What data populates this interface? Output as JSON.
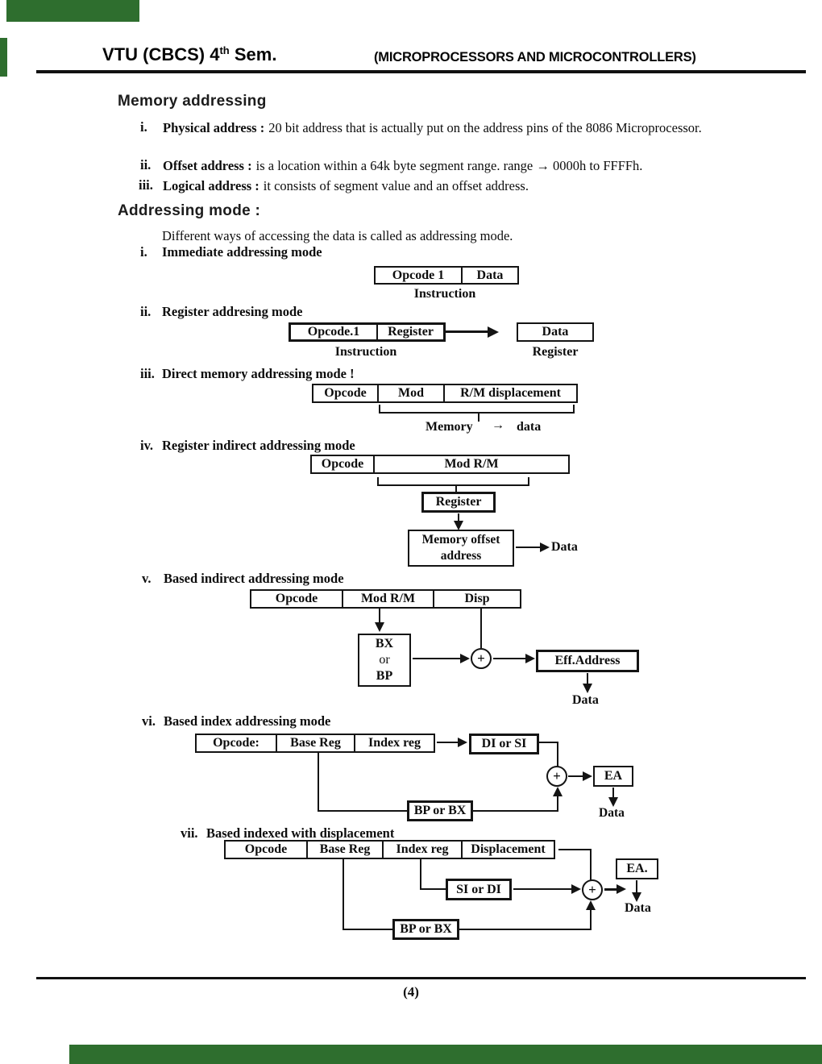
{
  "artifacts": {
    "color": "#2e6e2e"
  },
  "header": {
    "course_prefix": "VTU (CBCS) 4",
    "superscript": "th",
    "course_suffix": " Sem.",
    "subject": "(MICROPROCESSORS AND MICROCONTROLLERS)"
  },
  "memory": {
    "title": "Memory addressing",
    "items": [
      {
        "num": "i.",
        "lead": "Physical address :",
        "text": "20 bit address that is actually put on the address pins of the 8086 Microprocessor."
      },
      {
        "num": "ii.",
        "lead": "Offset address :",
        "text": "is a location within a 64k byte segment range. range → 0000h to FFFFh."
      },
      {
        "num": "iii.",
        "lead": "Logical address :",
        "text": "it consists of segment value and an offset address."
      }
    ]
  },
  "addressing": {
    "title": "Addressing mode :",
    "intro": "Different ways of accessing the data is called as addressing mode."
  },
  "modes": {
    "m1": {
      "num": "i.",
      "title": "Immediate addressing mode"
    },
    "m2": {
      "num": "ii.",
      "title": "Register addresing mode"
    },
    "m3": {
      "num": "iii.",
      "title": "Direct memory addressing mode !"
    },
    "m4": {
      "num": "iv.",
      "title": "Register indirect addressing mode"
    },
    "m5": {
      "num": "v.",
      "title": "Based indirect addressing mode"
    },
    "m6": {
      "num": "vi.",
      "title": "Based index addressing mode"
    },
    "m7": {
      "num": "vii.",
      "title": "Based indexed with displacement"
    }
  },
  "d1": {
    "cells": [
      "Opcode 1",
      "Data"
    ],
    "caption": "Instruction"
  },
  "d2": {
    "cells": [
      "Opcode.1",
      "Register"
    ],
    "data_box": "Data",
    "caption_left": "Instruction",
    "caption_right": "Register"
  },
  "d3": {
    "cells": [
      "Opcode",
      "Mod",
      "R/M displacement"
    ],
    "label_memory": "Memory",
    "arrow_glyph": "→",
    "label_data": "data"
  },
  "d4": {
    "cells": [
      "Opcode",
      "Mod R/M"
    ],
    "register_box": "Register",
    "memory_offset_line1": "Memory offset",
    "memory_offset_line2": "address",
    "data_label": "Data"
  },
  "d5": {
    "cells": [
      "Opcode",
      "Mod R/M",
      "Disp"
    ],
    "base_line1": "BX",
    "base_line2": "or",
    "base_line3": "BP",
    "plus": "+",
    "ea_box": "Eff.Address",
    "data_label": "Data"
  },
  "d6": {
    "cells": [
      "Opcode:",
      "Base Reg",
      "Index reg"
    ],
    "index_box": "DI or SI",
    "base_box": "BP or BX",
    "plus": "+",
    "ea_box": "EA",
    "data_label": "Data"
  },
  "d7": {
    "cells": [
      "Opcode",
      "Base Reg",
      "Index reg",
      "Displacement"
    ],
    "index_box": "SI or DI",
    "base_box": "BP or BX",
    "plus": "+",
    "ea_box": "EA.",
    "data_label": "Data"
  },
  "footer": {
    "page_number": "(4)"
  }
}
